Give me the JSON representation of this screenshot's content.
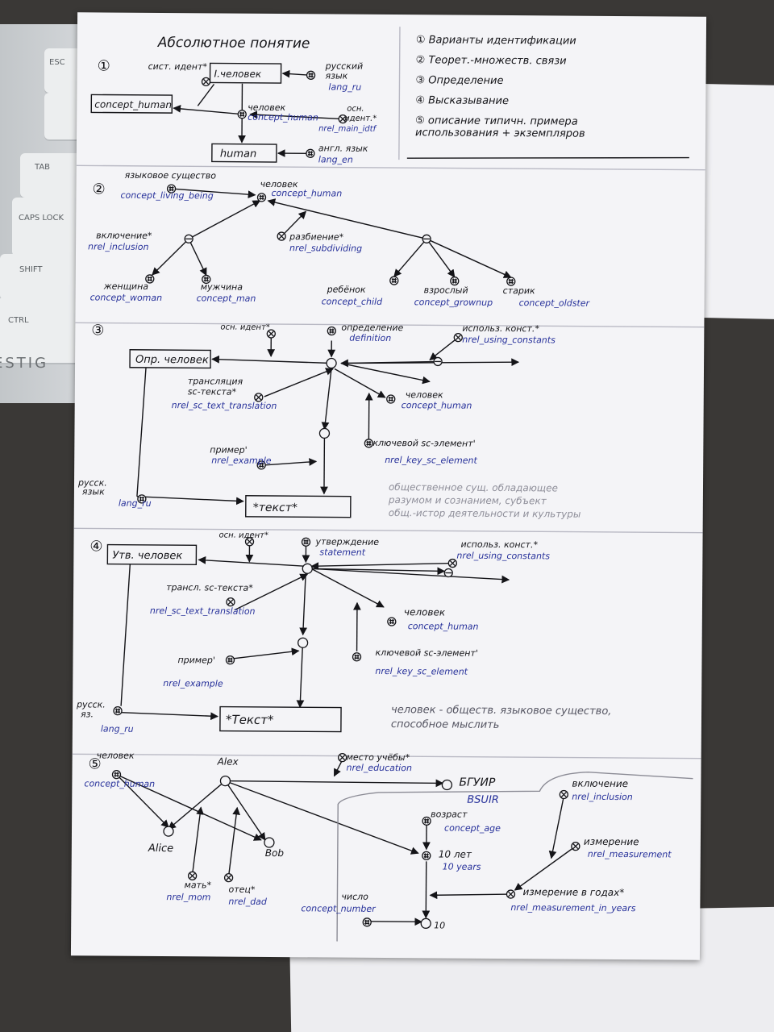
{
  "keyboard_keys": {
    "esc": "ESC",
    "tab": "TAB",
    "caps": "CAPS LOCK",
    "shift": "SHIFT",
    "ctrl": "CTRL",
    "brand": "ESTIG"
  },
  "header": {
    "title": "Абсолютное понятие",
    "legend": [
      "① Варианты идентификации",
      "② Теорет.-множеств. связи",
      "③ Определение",
      "④ Высказывание",
      "⑤ описание типичн. примера",
      "использования + экземпляров"
    ]
  },
  "s1": {
    "num": "①",
    "sys_id": "сист. идент*",
    "box_ru": "I.человек",
    "russian": "русский",
    "lang_label": "язык",
    "lang_ru": "lang_ru",
    "concept_box": "concept_human",
    "human_node": "человек",
    "concept_human": "concept_human",
    "main_id": "осн.",
    "main_id2": "идент.*",
    "nrel_main": "nrel_main_idtf",
    "box_en": "human",
    "eng": "англ. язык",
    "lang_en": "lang_en"
  },
  "s2": {
    "num": "②",
    "living": "языковое существо",
    "concept_living": "concept_living_being",
    "human": "человек",
    "concept_human": "concept_human",
    "inclusion": "включение*",
    "nrel_inclusion": "nrel_inclusion",
    "subdividing": "разбиение*",
    "nrel_subdividing": "nrel_subdividing",
    "woman": "женщина",
    "concept_woman": "concept_woman",
    "man": "мужчина",
    "concept_man": "concept_man",
    "child": "ребёнок",
    "concept_child": "concept_child",
    "grownup": "взрослый",
    "concept_grownup": "concept_grownup",
    "oldster": "старик",
    "concept_oldster": "concept_oldster"
  },
  "s3": {
    "num": "③",
    "main_id": "осн. идент*",
    "box": "Опр. человек",
    "definition": "определение",
    "definition_en": "definition",
    "using": "использ. конст.*",
    "nrel_using": "nrel_using_constants",
    "translation": "трансляция",
    "translation2": "sc-текста*",
    "nrel_translation": "nrel_sc_text_translation",
    "human": "человек",
    "concept_human": "concept_human",
    "key": "ключевой sc-элемент'",
    "nrel_key": "nrel_key_sc_element",
    "example": "пример'",
    "nrel_example": "nrel_example",
    "russ": "русск.",
    "lang": "язык",
    "lang_ru": "lang_ru",
    "text_box": "*текст*",
    "note": [
      "общественное сущ. обладающее",
      "разумом и сознанием, субъект",
      "общ.-истор деятельности и культуры"
    ]
  },
  "s4": {
    "num": "④",
    "main_id": "осн. идент*",
    "box": "Утв. человек",
    "statement": "утверждение",
    "statement_en": "statement",
    "using": "использ. конст.*",
    "nrel_using": "nrel_using_constants",
    "translation": "трансл. sc-текста*",
    "nrel_translation": "nrel_sc_text_translation",
    "human": "человек",
    "concept_human": "concept_human",
    "key": "ключевой sc-элемент'",
    "nrel_key": "nrel_key_sc_element",
    "example": "пример'",
    "nrel_example": "nrel_example",
    "russ": "русск.",
    "lang": "яз.",
    "lang_ru": "lang_ru",
    "text_box": "*Текст*",
    "note": [
      "человек - обществ. языковое существо,",
      "способное мыслить"
    ]
  },
  "s5": {
    "num": "⑤",
    "human": "человек",
    "concept_human": "concept_human",
    "alex": "Alex",
    "alice": "Alice",
    "bob": "Bob",
    "mom": "мать*",
    "nrel_mom": "nrel_mom",
    "dad": "отец*",
    "nrel_dad": "nrel_dad",
    "study": "место учёбы*",
    "nrel_education": "nrel_education",
    "bsuir_ru": "БГУИР",
    "bsuir_en": "BSUIR",
    "age": "возраст",
    "concept_age": "concept_age",
    "ten_years": "10 лет",
    "ten_years_en": "10 years",
    "number": "число",
    "concept_number": "concept_number",
    "ten": "10",
    "inclusion": "включение",
    "nrel_inclusion": "nrel_inclusion",
    "measurement": "измерение",
    "nrel_measurement": "nrel_measurement",
    "meas_years": "измерение в годах*",
    "nrel_meas_years": "nrel_measurement_in_years"
  },
  "colors": {
    "ink": "#141418",
    "blue": "#26309a",
    "paper": "#f4f4f7",
    "rule": "#b9b9c4"
  }
}
